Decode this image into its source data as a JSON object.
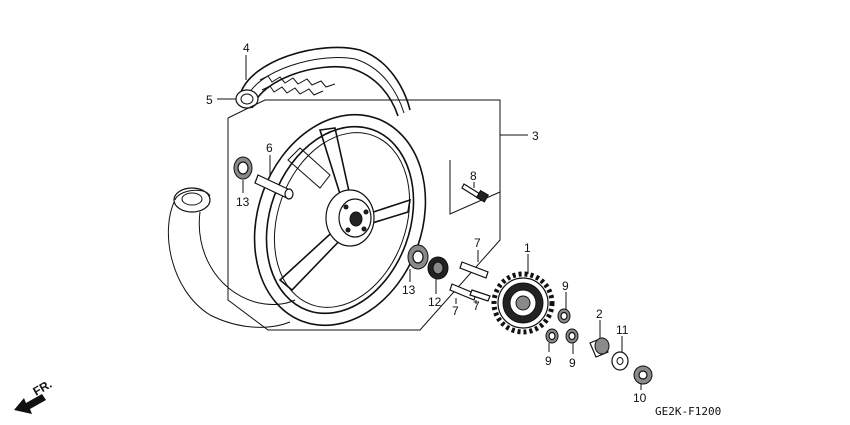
{
  "diagram": {
    "drawing_code": "GE2K-F1200",
    "direction_label": "FR.",
    "callouts": [
      {
        "id": "c1",
        "text": "1"
      },
      {
        "id": "c2",
        "text": "2"
      },
      {
        "id": "c3",
        "text": "3"
      },
      {
        "id": "c4",
        "text": "4"
      },
      {
        "id": "c5",
        "text": "5"
      },
      {
        "id": "c6",
        "text": "6"
      },
      {
        "id": "c7a",
        "text": "7"
      },
      {
        "id": "c7b",
        "text": "7"
      },
      {
        "id": "c7c",
        "text": "7"
      },
      {
        "id": "c8",
        "text": "8"
      },
      {
        "id": "c9a",
        "text": "9"
      },
      {
        "id": "c9b",
        "text": "9"
      },
      {
        "id": "c9c",
        "text": "9"
      },
      {
        "id": "c10",
        "text": "10"
      },
      {
        "id": "c11",
        "text": "11"
      },
      {
        "id": "c12",
        "text": "12"
      },
      {
        "id": "c13a",
        "text": "13"
      },
      {
        "id": "c13b",
        "text": "13"
      }
    ]
  }
}
